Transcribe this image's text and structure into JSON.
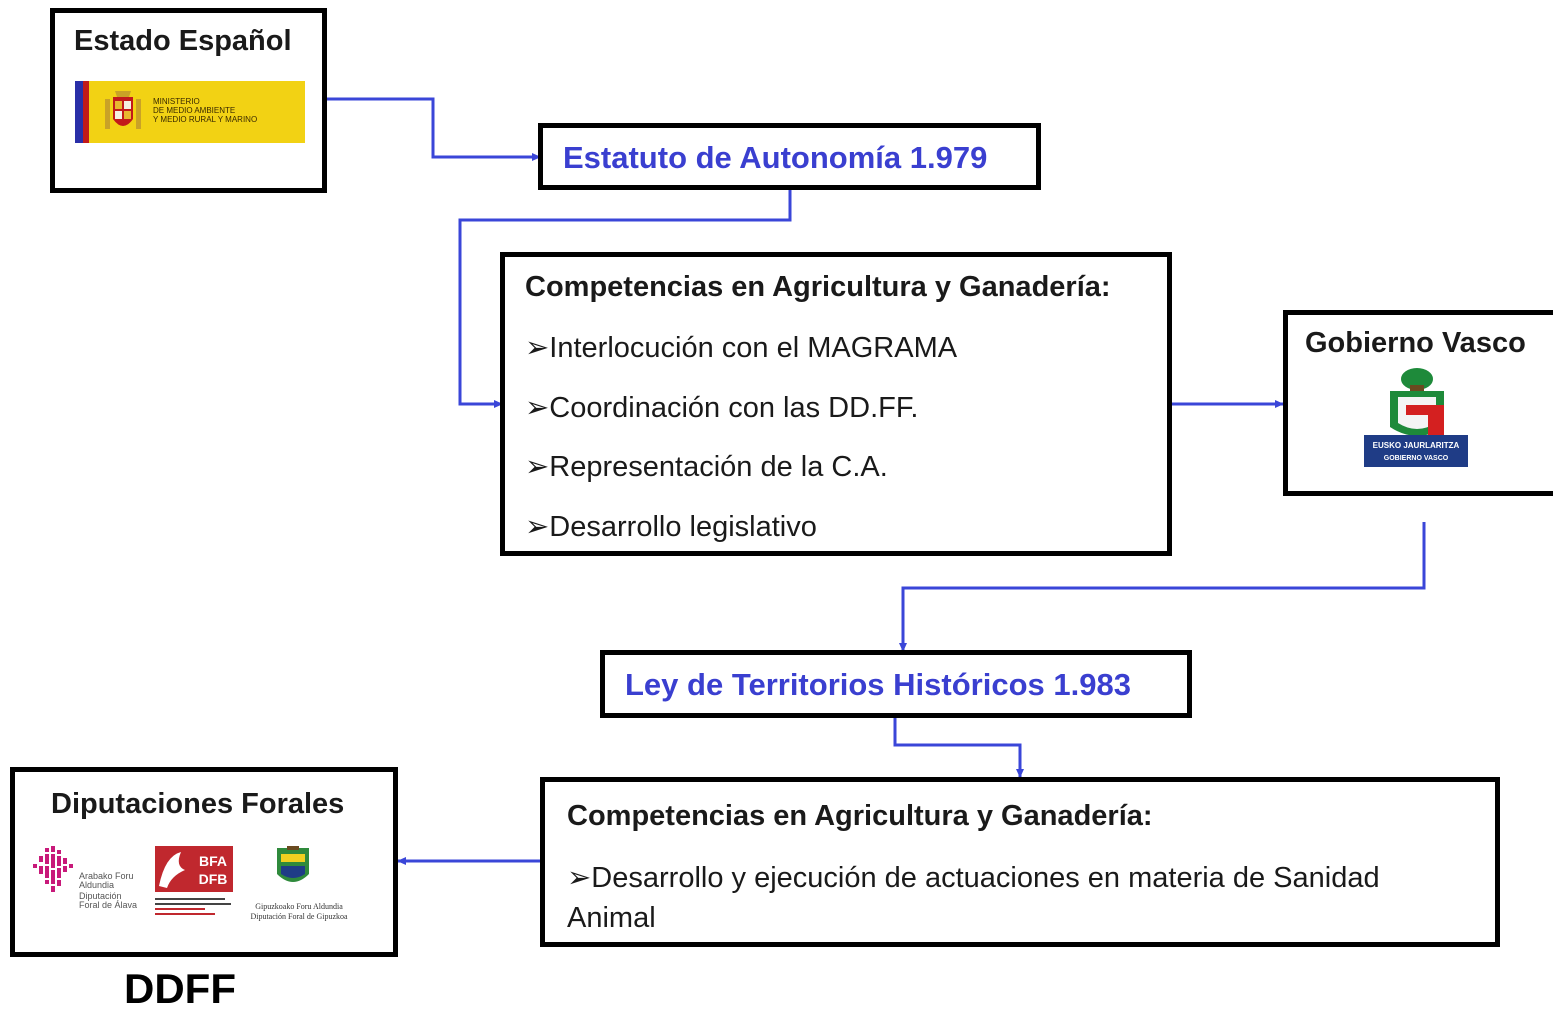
{
  "colors": {
    "connector": "#3a46d8",
    "box_border": "#000000",
    "blue_title": "#3a3fd0",
    "spain_yellow": "#f2d214",
    "spain_red": "#c21a1a",
    "basque_green": "#1e8a3a",
    "basque_red": "#d42020",
    "basque_blue": "#1f3c86",
    "alava_magenta": "#c8197a",
    "bfa_red": "#c0282e",
    "gipuzkoa_green": "#2f8a3c"
  },
  "estado": {
    "title": "Estado Español",
    "logo_text": [
      "MINISTERIO",
      "DE MEDIO AMBIENTE",
      "Y MEDIO RURAL Y MARINO"
    ],
    "logo_icon": "spain-coat-of-arms-icon"
  },
  "estatuto": {
    "title": "Estatuto de Autonomía 1.979"
  },
  "competencias_gv": {
    "title": "Competencias en Agricultura y Ganadería:",
    "items": [
      "➢Interlocución con el MAGRAMA",
      "➢Coordinación con las DD.FF.",
      "➢Representación de la C.A.",
      "➢Desarrollo legislativo"
    ]
  },
  "gobierno": {
    "title": "Gobierno Vasco",
    "logo_text": [
      "EUSKO JAURLARITZA",
      "GOBIERNO VASCO"
    ],
    "logo_icon": "basque-coat-of-arms-icon"
  },
  "ley": {
    "title": "Ley de Territorios Históricos 1.983"
  },
  "competencias_ddff": {
    "title": "Competencias en Agricultura y Ganadería:",
    "items": [
      "➢Desarrollo y ejecución de actuaciones en materia de Sanidad Animal"
    ]
  },
  "diputaciones": {
    "title": "Diputaciones Forales",
    "alava_text": [
      "Arabako Foru",
      "Aldundia",
      "Diputación",
      "Foral de Álava"
    ],
    "bfa_text": [
      "BFA",
      "DFB"
    ],
    "gipuzkoa_text": [
      "Gipuzkoako Foru Aldundia",
      "Diputación Foral de Gipuzkoa"
    ],
    "logo_icons": [
      "alava-logo-icon",
      "bizkaia-logo-icon",
      "gipuzkoa-logo-icon"
    ]
  },
  "footer_label": "DDFF"
}
